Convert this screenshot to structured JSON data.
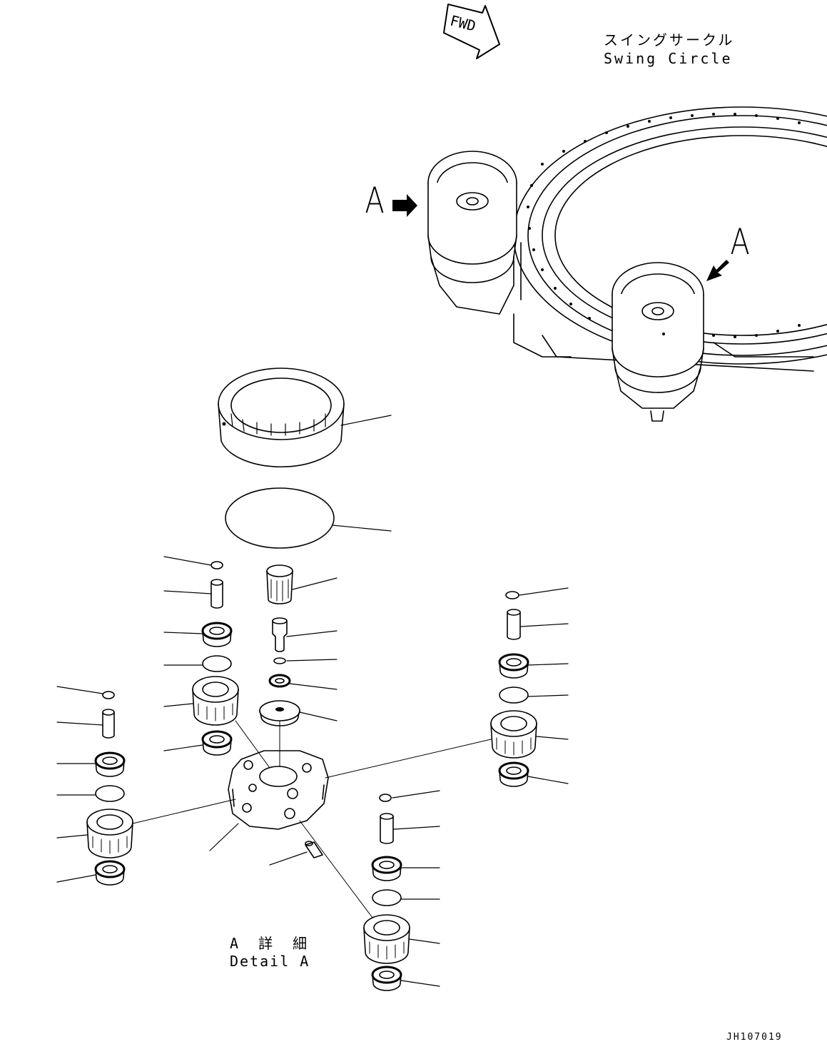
{
  "labels": {
    "fwd": "FWD",
    "swing_circle_jp": "スイングサークル",
    "swing_circle_en": "Swing Circle",
    "marker_a": "A",
    "detail_jp": "A 詳 細",
    "detail_en": "Detail A",
    "drawing_id": "JH107019"
  }
}
